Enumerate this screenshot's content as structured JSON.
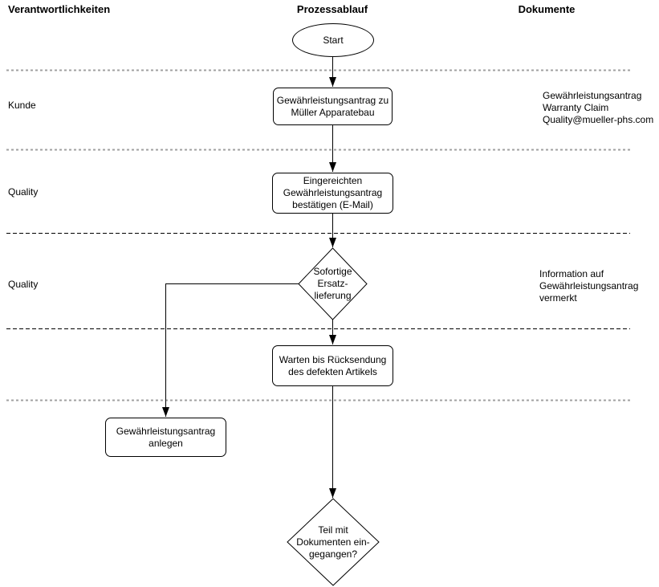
{
  "colors": {
    "separator_gray": "#a0a0a0",
    "separator_black": "#000000",
    "shape_border": "#000000",
    "background": "#ffffff"
  },
  "headers": {
    "responsibilities": "Verantwortlichkeiten",
    "process": "Prozessablauf",
    "documents": "Dokumente"
  },
  "lanes": [
    {
      "label": "Kunde"
    },
    {
      "label": "Quality"
    },
    {
      "label": "Quality"
    }
  ],
  "flow": {
    "start": "Start",
    "step_warranty_claim": "Gewährleistungsantrag zu\nMüller Apparatebau",
    "step_confirm": "Eingereichten\nGewährleistungsantrag\nbestätigen (E-Mail)",
    "decision_replacement": "Sofortige\nErsatz-\nlieferung",
    "step_wait_return": "Warten bis Rücksendung\ndes defekten Artikels",
    "step_create_claim": "Gewährleistungsantrag\nanlegen",
    "decision_part_received": "Teil mit\nDokumenten ein-\ngegangen?"
  },
  "documents": {
    "claim_docs": "Gewährleistungsantrag\nWarranty Claim\nQuality@mueller-phs.com",
    "info_note": "Information auf\nGewährleistungsantrag\nvermerkt"
  }
}
